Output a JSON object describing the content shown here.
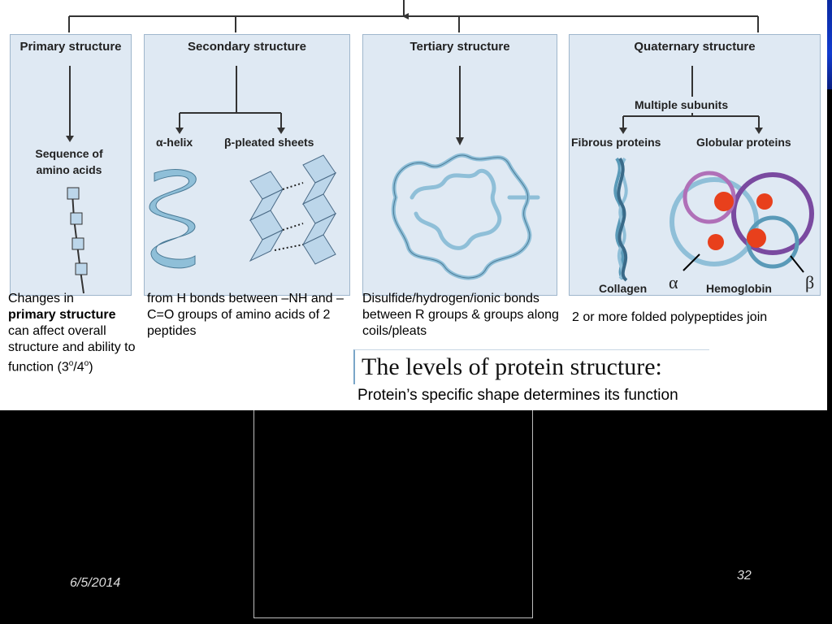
{
  "columns": {
    "primary": {
      "title": "Primary structure",
      "label": "Sequence of amino acids"
    },
    "secondary": {
      "title": "Secondary structure",
      "alpha": "α-helix",
      "beta": "β-pleated sheets"
    },
    "tertiary": {
      "title": "Tertiary structure"
    },
    "quaternary": {
      "title": "Quaternary  structure",
      "subunits": "Multiple subunits",
      "fibrous": "Fibrous proteins",
      "globular": "Globular proteins",
      "collagen": "Collagen",
      "hemoglobin": "Hemoglobin",
      "alpha_symbol": "α",
      "beta_symbol": "β"
    }
  },
  "captions": {
    "primary_pre": "Changes in",
    "primary_bold": "primary structure",
    "primary_post": "can affect overall structure and ability to function (3",
    "primary_sup1": "o",
    "primary_mid": "/4",
    "primary_sup2": "o",
    "primary_end": ")",
    "secondary": "from H bonds between –NH and –C=O groups of amino acids of 2 peptides",
    "tertiary": "Disulfide/hydrogen/ionic bonds between R groups & groups along coils/pleats",
    "quaternary": "2 or more folded polypeptides join"
  },
  "title": "The levels of protein structure:",
  "subtitle": "Protein’s specific shape determines its function",
  "footer": {
    "date": "6/5/2014",
    "page": "32"
  },
  "colors": {
    "panel": "#dfe9f3",
    "ribbon": "#8fbfd8",
    "heme": "#e8401c",
    "purple": "#7a4aa0"
  }
}
